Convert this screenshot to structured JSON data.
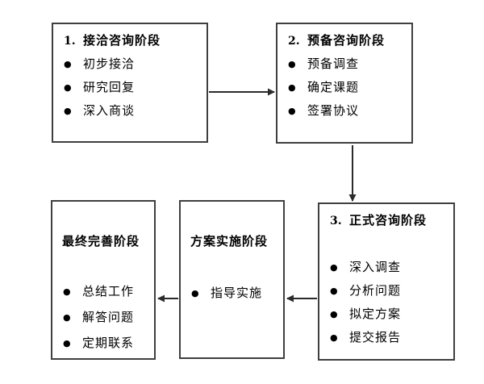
{
  "bullet_glyph": "●",
  "colors": {
    "border": "#3f3f3f",
    "arrow": "#2b2b2b",
    "text": "#000000",
    "background": "#ffffff"
  },
  "boxes": {
    "box1": {
      "number": "1.",
      "title": "接洽咨询阶段",
      "items": [
        "初步接洽",
        "研究回复",
        "深入商谈"
      ]
    },
    "box2": {
      "number": "2.",
      "title": "预备咨询阶段",
      "items": [
        "预备调查",
        "确定课题",
        "签署协议"
      ]
    },
    "box3": {
      "number": "3.",
      "title": "正式咨询阶段",
      "items": [
        "深入调查",
        "分析问题",
        "拟定方案",
        "提交报告"
      ]
    },
    "box4": {
      "title": "方案实施阶段",
      "items": [
        "指导实施"
      ]
    },
    "box5": {
      "title": "最终完善阶段",
      "items": [
        "总结工作",
        "解答问题",
        "定期联系"
      ]
    }
  }
}
